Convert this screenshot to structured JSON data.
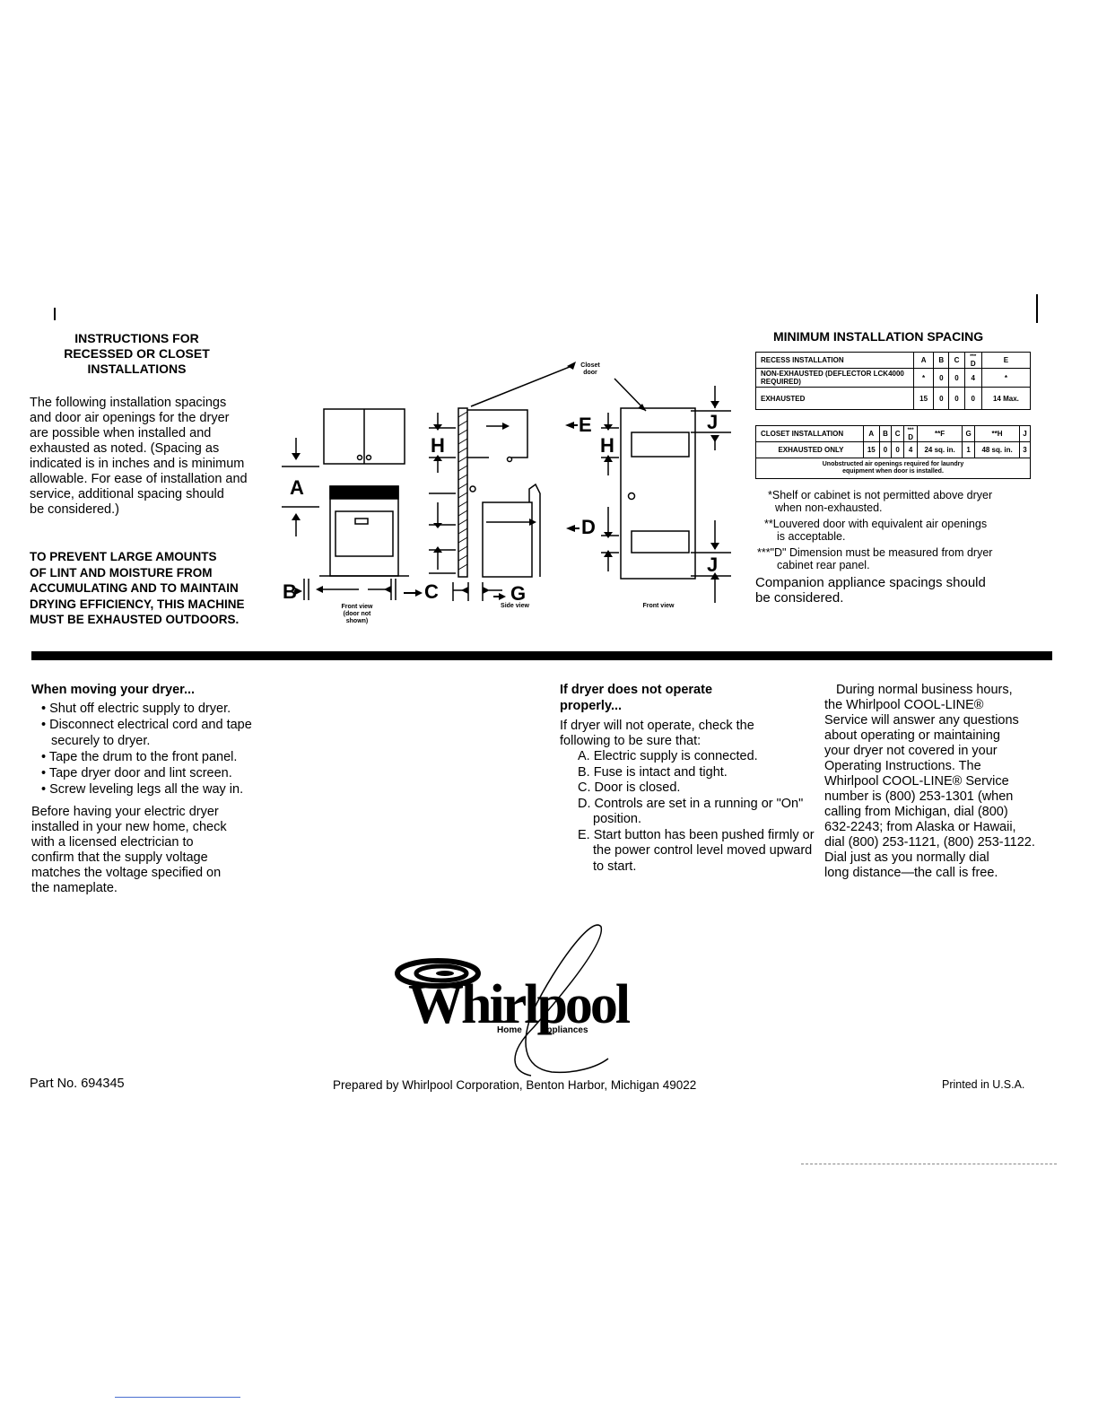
{
  "left": {
    "title_lines": [
      "INSTRUCTIONS FOR",
      "RECESSED OR CLOSET",
      "INSTALLATIONS"
    ],
    "intro_lines": [
      "The following installation spacings",
      "and door air openings for the dryer",
      "are possible when installed and",
      "exhausted as noted. (Spacing as",
      "indicated is in inches and is minimum",
      "allowable. For ease of installation and",
      "service, additional spacing should",
      "be considered.)"
    ],
    "warning_lines": [
      "TO PREVENT LARGE AMOUNTS",
      "OF LINT AND MOISTURE FROM",
      "ACCUMULATING AND TO MAINTAIN",
      "DRYING EFFICIENCY, THIS MACHINE",
      "MUST BE EXHAUSTED OUTDOORS."
    ]
  },
  "diagram": {
    "closet_door_label": [
      "Closet",
      "door"
    ],
    "dims": {
      "a": "A",
      "b": "B",
      "c": "C",
      "d": "D",
      "e": "E",
      "g": "G",
      "h": "H",
      "j": "J"
    },
    "captions": {
      "front1": [
        "Front view",
        "(door not",
        "shown)"
      ],
      "side": "Side view",
      "front2": "Front view"
    }
  },
  "spacing": {
    "title": "MINIMUM INSTALLATION SPACING",
    "recess_header": [
      "RECESS INSTALLATION",
      "A",
      "B",
      "C",
      "D",
      "E"
    ],
    "recess_d_mark": "***",
    "recess_rows": [
      [
        "NON-EXHAUSTED (DEFLECTOR LCK4000 REQUIRED)",
        "*",
        "0",
        "0",
        "4",
        "*"
      ],
      [
        "EXHAUSTED",
        "15",
        "0",
        "0",
        "0",
        "14 Max."
      ]
    ],
    "closet_header": [
      "CLOSET INSTALLATION",
      "A",
      "B",
      "C",
      "D",
      "**F",
      "G",
      "**H",
      "J"
    ],
    "closet_d_mark": "***",
    "closet_row": [
      "EXHAUSTED ONLY",
      "15",
      "0",
      "0",
      "4",
      "24 sq. in.",
      "1",
      "48 sq. in.",
      "3"
    ],
    "closet_note": [
      "Unobstructed air openings required for laundry",
      "equipment when door is installed."
    ],
    "footnotes": [
      [
        "*Shelf or cabinet is not permitted above dryer",
        "when non-exhausted."
      ],
      [
        "**Louvered door with equivalent air openings",
        "is acceptable."
      ],
      [
        "***\"D\" Dimension must be measured from dryer",
        "cabinet rear panel."
      ]
    ],
    "companion_lines": [
      "Companion appliance spacings should",
      "be considered."
    ]
  },
  "moving": {
    "title": "When moving your dryer...",
    "bullets": [
      "Shut off electric supply to dryer.",
      "Disconnect electrical cord and tape securely to dryer.",
      "Tape the drum to the front panel.",
      "Tape dryer door and lint screen.",
      "Screw leveling legs all the way in."
    ],
    "body_lines": [
      "Before having your electric dryer",
      "installed in your new home, check",
      "with a licensed electrician to",
      "confirm that the supply voltage",
      "matches the voltage specified on",
      "the nameplate."
    ]
  },
  "operate": {
    "title_lines": [
      "If dryer does not operate",
      "properly..."
    ],
    "intro_lines": [
      "If dryer will not operate, check the",
      "following to be sure that:"
    ],
    "items": [
      "A. Electric supply is connected.",
      "B. Fuse is intact and tight.",
      "C. Door is closed.",
      "D. Controls are set in a running or \"On\" position.",
      "E. Start button has been pushed firmly or the power control level moved upward to start."
    ]
  },
  "service": {
    "lines": [
      "During normal business hours,",
      "the Whirlpool COOL-LINE®",
      "Service will answer any questions",
      "about operating or maintaining",
      "your dryer not covered in your",
      "Operating Instructions. The",
      "Whirlpool COOL-LINE® Service",
      "number is (800) 253-1301 (when",
      "calling from Michigan, dial (800)",
      "632-2243; from Alaska or Hawaii,",
      "dial (800) 253-1121, (800) 253-1122.",
      "Dial just as you normally dial",
      "long distance—the call is free."
    ]
  },
  "logo": {
    "brand": "Whirlpool",
    "tagline": "Home Appliances"
  },
  "footer": {
    "part_no": "Part No. 694345",
    "prepared": "Prepared by Whirlpool Corporation, Benton Harbor, Michigan 49022",
    "printed": "Printed in U.S.A."
  }
}
